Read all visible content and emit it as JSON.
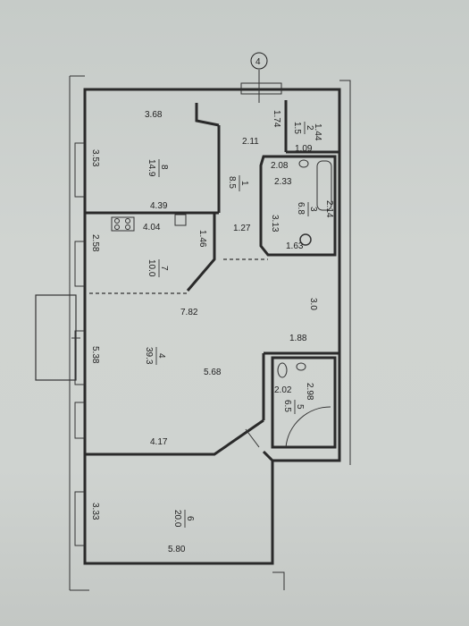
{
  "axis_marker": "4",
  "rooms": [
    {
      "id": "room-8",
      "number": "8",
      "area": "14.9"
    },
    {
      "id": "room-1",
      "number": "1",
      "area": "8.5"
    },
    {
      "id": "room-3",
      "number": "3",
      "area": "6.8"
    },
    {
      "id": "room-7",
      "number": "7",
      "area": "10.0"
    },
    {
      "id": "room-4",
      "number": "4",
      "area": "39.3"
    },
    {
      "id": "room-5",
      "number": "5",
      "area": "6.5"
    },
    {
      "id": "room-6",
      "number": "6",
      "area": "20.0"
    },
    {
      "id": "room-2",
      "number": "2",
      "area": "1.5"
    }
  ],
  "dimensions": {
    "d_3_68": "3.68",
    "d_3_53": "3.53",
    "d_4_39": "4.39",
    "d_2_11": "2.11",
    "d_1_74": "1.74",
    "d_1_44": "1.44",
    "d_1_09": "1.09",
    "d_2_08": "2.08",
    "d_2_33": "2.33",
    "d_2_14": "2.14",
    "d_3_13": "3.13",
    "d_1_27": "1.27",
    "d_1_63": "1.63",
    "d_4_04": "4.04",
    "d_1_46": "1.46",
    "d_2_58": "2.58",
    "d_7_82": "7.82",
    "d_3_0": "3.0",
    "d_1_88": "1.88",
    "d_5_38": "5.38",
    "d_5_68": "5.68",
    "d_2_02": "2.02",
    "d_2_98": "2.98",
    "d_4_17": "4.17",
    "d_3_33": "3.33",
    "d_5_80": "5.80"
  }
}
